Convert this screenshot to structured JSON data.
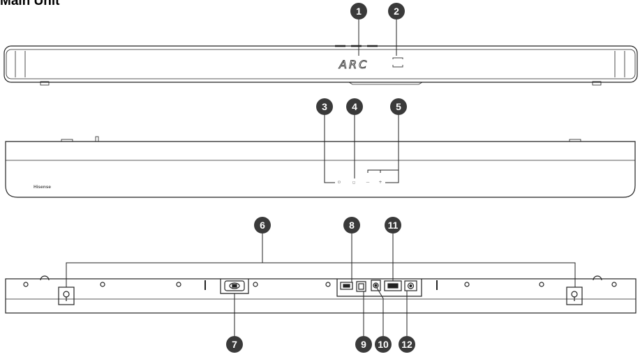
{
  "title": "Main Unit",
  "brand": "Hisense",
  "display_text": "ARC",
  "callouts": [
    "1",
    "2",
    "3",
    "4",
    "5",
    "6",
    "7",
    "8",
    "9",
    "10",
    "11",
    "12"
  ],
  "button_symbols": {
    "power": "⏻",
    "source": "◻",
    "volume_down": "—",
    "volume_up": "+"
  },
  "colors": {
    "callout_fill": "#3a3a3a",
    "outline": "#222222"
  }
}
